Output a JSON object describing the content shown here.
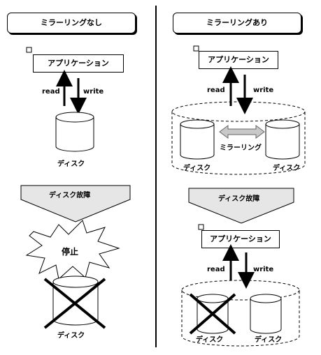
{
  "left": {
    "title": "ミラーリングなし",
    "app_label": "アプリケーション",
    "read_label": "read",
    "write_label": "write",
    "disk_label_top": "ディスク",
    "failure_label": "ディスク故障",
    "stop_label": "停止",
    "disk_label_bottom": "ディスク"
  },
  "right": {
    "title": "ミラーリングあり",
    "app_label_top": "アプリケーション",
    "read_label_top": "read",
    "write_label_top": "write",
    "mirror_label": "ミラーリング",
    "disk_left_top": "ディスク",
    "disk_right_top": "ディスク",
    "failure_label": "ディスク故障",
    "app_label_bottom": "アプリケーション",
    "read_label_bottom": "read",
    "write_label_bottom": "write",
    "disk_left_bottom": "ディスク",
    "disk_right_bottom": "ディスク"
  }
}
